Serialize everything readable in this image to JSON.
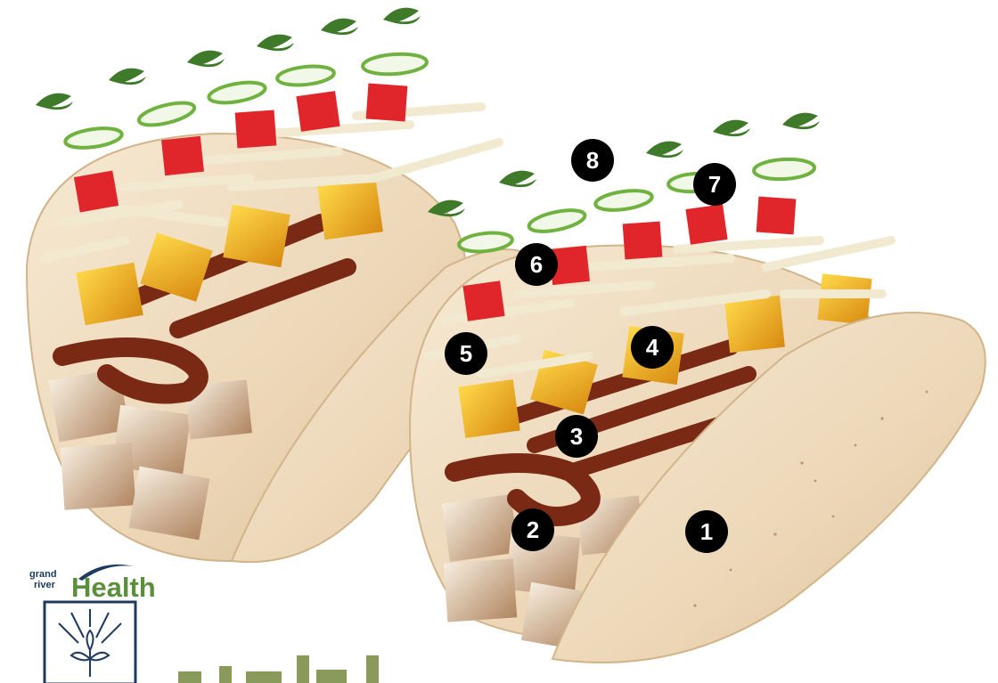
{
  "markers": [
    "1",
    "2",
    "3",
    "4",
    "5",
    "6",
    "7",
    "8"
  ],
  "logo": {
    "brand_grand": "grand",
    "brand_river": "river",
    "brand_health": "Health"
  },
  "colors": {
    "tortilla": "#efdcc1",
    "tortilla_shade": "#dcc3a0",
    "marker_fill": "#000000",
    "marker_text": "#ffffff",
    "cilantro": "#3f7a2a",
    "onion_ring": "#7fbf4a",
    "tomato": "#e0262a",
    "cheese": "#f4efd8",
    "mango": "#f5c02a",
    "sauce": "#7a2a14",
    "chicken": "#efe2cc",
    "logo_navy": "#1e3a5c",
    "logo_green": "#5a8f3c"
  }
}
